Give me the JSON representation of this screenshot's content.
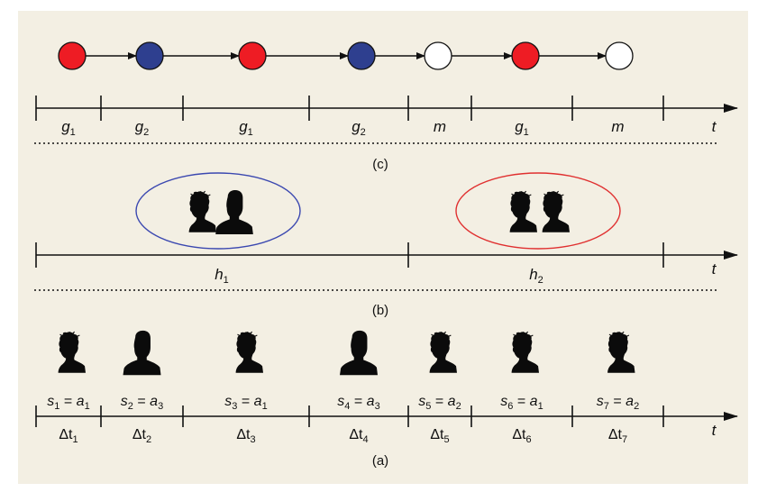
{
  "panel_c": {
    "caption": "(c)",
    "states": [
      {
        "color": "red"
      },
      {
        "color": "blue"
      },
      {
        "color": "red"
      },
      {
        "color": "blue"
      },
      {
        "color": "white"
      },
      {
        "color": "red"
      },
      {
        "color": "white"
      }
    ],
    "segments": [
      {
        "base": "g",
        "sub": "1"
      },
      {
        "base": "g",
        "sub": "2"
      },
      {
        "base": "g",
        "sub": "1"
      },
      {
        "base": "g",
        "sub": "2"
      },
      {
        "base": "m",
        "sub": ""
      },
      {
        "base": "g",
        "sub": "1"
      },
      {
        "base": "m",
        "sub": ""
      }
    ],
    "axis_label": "t"
  },
  "panel_b": {
    "caption": "(b)",
    "segments": [
      {
        "base": "h",
        "sub": "1",
        "ellipse_color": "#3b48b0"
      },
      {
        "base": "h",
        "sub": "2",
        "ellipse_color": "#e03030"
      }
    ],
    "axis_label": "t"
  },
  "panel_a": {
    "caption": "(a)",
    "segments": [
      {
        "s_base": "s",
        "s_sub": "1",
        "a_base": "a",
        "a_sub": "1",
        "dt_base": "Δt",
        "dt_sub": "1"
      },
      {
        "s_base": "s",
        "s_sub": "2",
        "a_base": "a",
        "a_sub": "3",
        "dt_base": "Δt",
        "dt_sub": "2"
      },
      {
        "s_base": "s",
        "s_sub": "3",
        "a_base": "a",
        "a_sub": "1",
        "dt_base": "Δt",
        "dt_sub": "3"
      },
      {
        "s_base": "s",
        "s_sub": "4",
        "a_base": "a",
        "a_sub": "3",
        "dt_base": "Δt",
        "dt_sub": "4"
      },
      {
        "s_base": "s",
        "s_sub": "5",
        "a_base": "a",
        "a_sub": "2",
        "dt_base": "Δt",
        "dt_sub": "5"
      },
      {
        "s_base": "s",
        "s_sub": "6",
        "a_base": "a",
        "a_sub": "1",
        "dt_base": "Δt",
        "dt_sub": "6"
      },
      {
        "s_base": "s",
        "s_sub": "7",
        "a_base": "a",
        "a_sub": "2",
        "dt_base": "Δt",
        "dt_sub": "7"
      }
    ],
    "equals": "=",
    "axis_label": "t"
  },
  "colors": {
    "red": "#ee1c24",
    "blue": "#2e3f8f",
    "white": "#ffffff",
    "background": "#f3efe3"
  },
  "icons": [
    "person-silhouette-icon"
  ]
}
